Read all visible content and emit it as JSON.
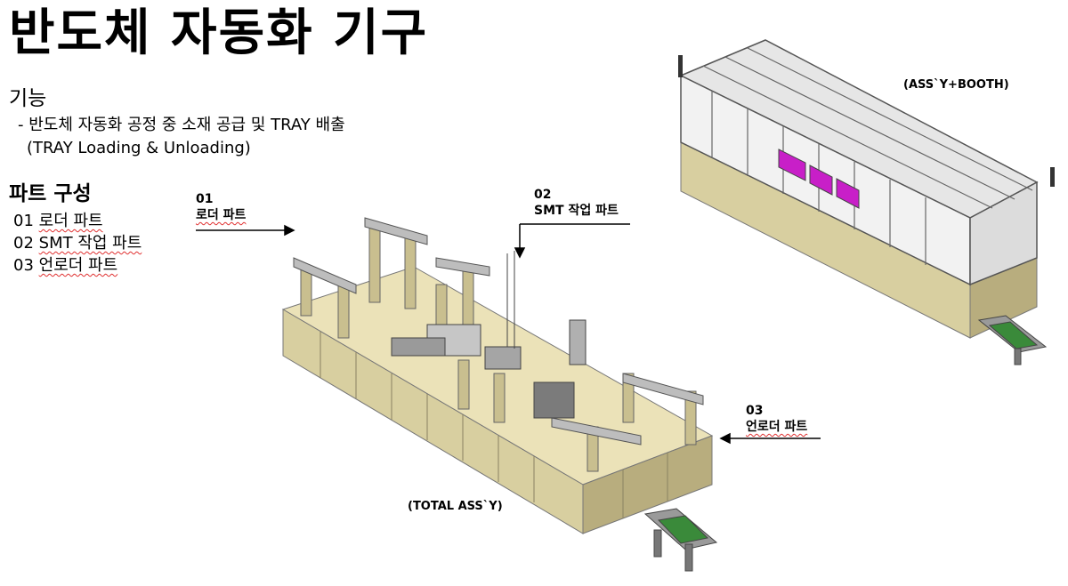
{
  "title": "반도체 자동화 기구",
  "function": {
    "heading": "기능",
    "line1": "- 반도체 자동화 공정 중 소재 공급 및 TRAY 배출",
    "line2": "(TRAY Loading & Unloading)"
  },
  "parts": {
    "heading": "파트 구성",
    "items": [
      {
        "num": "01",
        "name": "로더 파트"
      },
      {
        "num": "02",
        "name": "SMT 작업 파트"
      },
      {
        "num": "03",
        "name": "언로더 파트"
      }
    ]
  },
  "callouts": [
    {
      "num": "01",
      "label": "로더 파트"
    },
    {
      "num": "02",
      "label": "SMT 작업 파트"
    },
    {
      "num": "03",
      "label": "언로더 파트"
    }
  ],
  "captions": {
    "total": "(TOTAL ASS`Y)",
    "booth": "(ASS`Y+BOOTH)"
  },
  "colors": {
    "base": "#d8cfa0",
    "base_dark": "#b8ad7e",
    "frame": "#6b6b6b",
    "accent": "#c81fc8"
  }
}
